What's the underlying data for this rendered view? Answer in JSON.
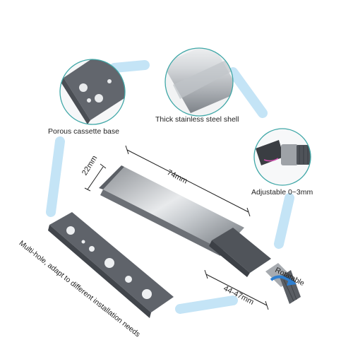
{
  "callouts": {
    "base": "Porous cassette base",
    "shell": "Thick stainless steel shell",
    "adjust": "Adjustable 0~3mm",
    "multihole": "Multi-hole, adapt to different installation needs",
    "rotatable": "Rotatable"
  },
  "dimensions": {
    "width": "22mm",
    "length": "74mm",
    "stroke": "44-47mm"
  },
  "colors": {
    "blue_dash": "#bfe2f5",
    "circle_border": "#3fa7a7",
    "steel_light": "#eceef0",
    "steel_dark": "#8b9096",
    "plastic_gray": "#5d6168",
    "arrow_blue": "#2f7fd0"
  }
}
